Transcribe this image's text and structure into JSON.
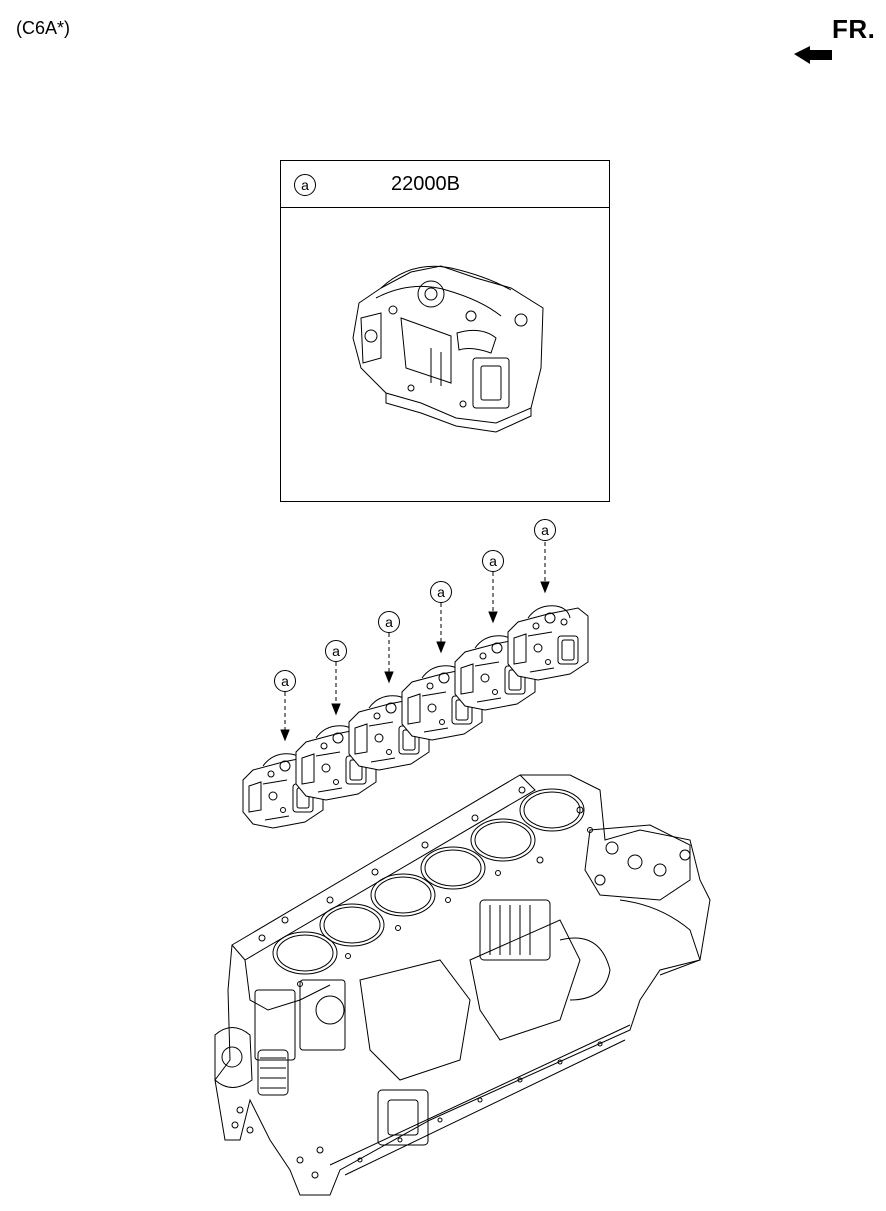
{
  "header": {
    "variant_code": "(C6A*)",
    "direction_label": "FR."
  },
  "part_box": {
    "callout": "a",
    "part_number": "22000B"
  },
  "callouts": {
    "cylinder_head_1": "a",
    "cylinder_head_2": "a",
    "cylinder_head_3": "a",
    "cylinder_head_4": "a",
    "cylinder_head_5": "a",
    "cylinder_head_6": "a"
  },
  "icons": [
    "front-direction-arrow-icon"
  ]
}
